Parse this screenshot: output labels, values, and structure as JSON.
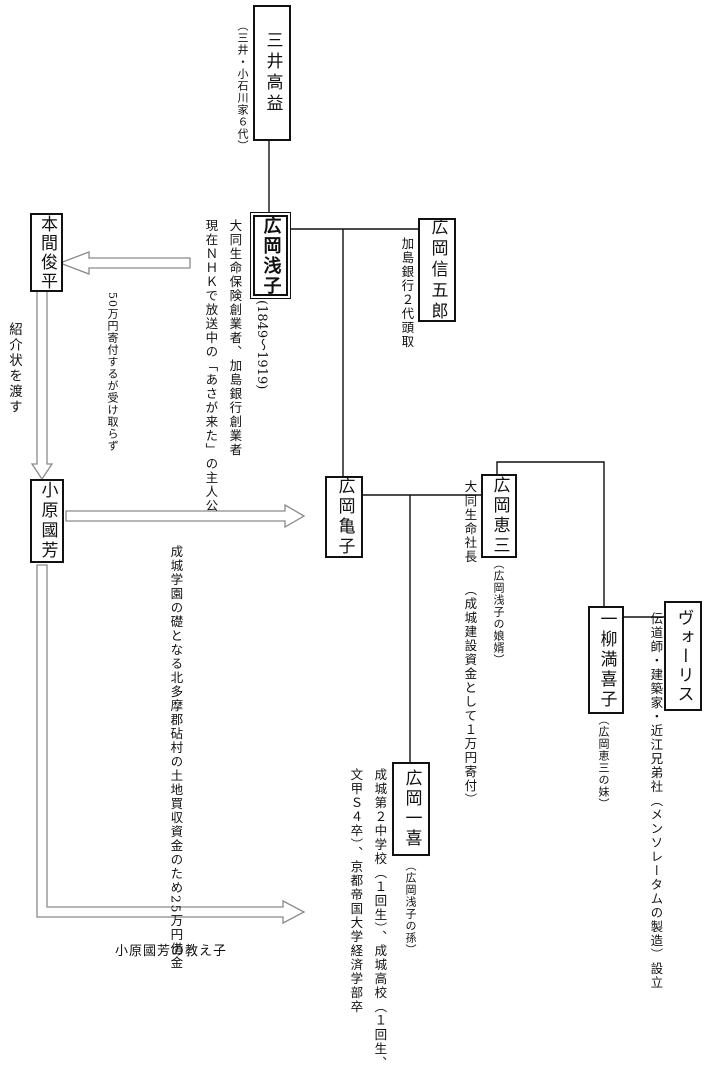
{
  "people": {
    "mitsui": {
      "name": "三井高益",
      "note": "（三井・小石川家６代）"
    },
    "asako": {
      "name": "広岡浅子",
      "years": "(1849〜1919)",
      "note_1": "大同生命保険創業者、加島銀行創業者",
      "note_2": "現在ＮＨＫで放送中の「あさが来た」の主人公"
    },
    "shingoro": {
      "name": "広岡信五郎",
      "note": "加島銀行２代頭取"
    },
    "honma": {
      "name": "本間俊平",
      "note": "50万円寄付するが受け取らず"
    },
    "obara": {
      "name": "小原國芳",
      "side_note": "紹介状を渡す"
    },
    "kameko": {
      "name": "広岡亀子"
    },
    "keizo": {
      "name": "広岡恵三",
      "note_1": "（広岡浅子の娘婿）",
      "note_2": "大同生命社長",
      "note_3": "（成城建設資金として１万円寄付）"
    },
    "makiko": {
      "name": "一柳満喜子",
      "note": "（広岡恵三の妹）"
    },
    "vories": {
      "name": "ヴォーリス",
      "note": "伝道師・建築家・近江兄弟社（メンソレータムの製造）設立"
    },
    "kazuki": {
      "name": "広岡一喜",
      "note_1": "（広岡浅子の孫）",
      "note_2": "成城第２中学校（１回生）、成城高校（１回生、",
      "note_3": "文甲Ｓ４卒）、京都帝国大学経済学部卒"
    }
  },
  "annotations": {
    "land_loan": "成城学園の礎となる北多摩郡砧村の土地買収資金のため25万円借金",
    "students": "小原國芳の教え子"
  },
  "colors": {
    "line": "#111111",
    "arrow_outline": "#8a8a8a"
  }
}
